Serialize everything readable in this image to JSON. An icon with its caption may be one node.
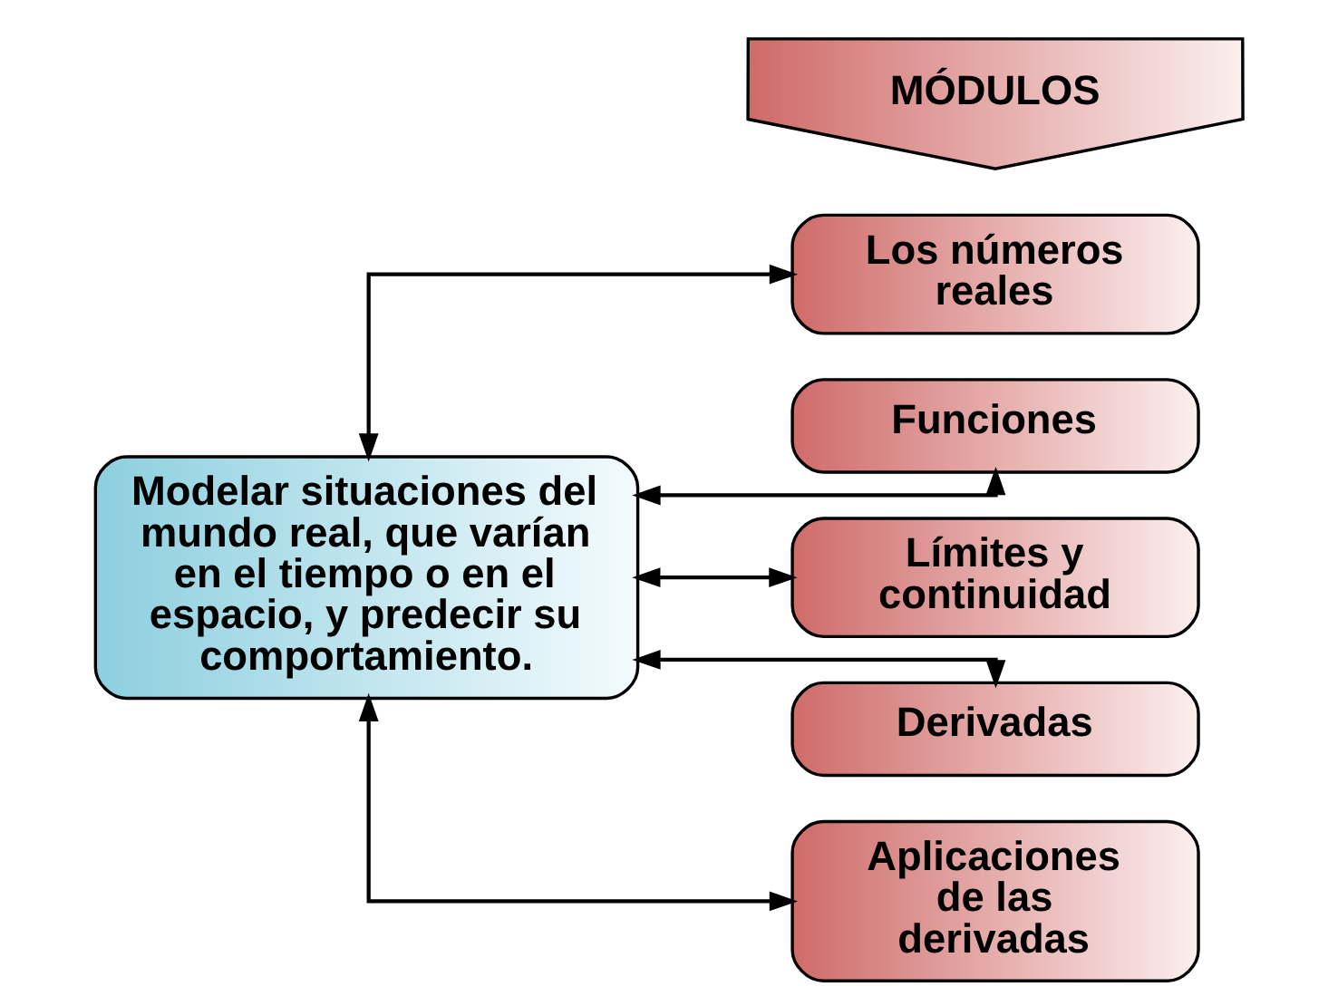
{
  "diagram": {
    "nodes": [
      {
        "text": [
          "MÓDULOS"
        ]
      },
      {
        "text": [
          "Modelar situaciones del mundo real, que varían en el tiempo o en el espacio, y predecir su comportamiento."
        ]
      },
      {
        "text": [
          "Los números reales"
        ]
      },
      {
        "text": [
          "Funciones"
        ]
      },
      {
        "text": [
          "Límites y continuidad"
        ]
      },
      {
        "text": [
          "Derivadas"
        ]
      },
      {
        "text": [
          "Aplicaciones de las derivadas"
        ]
      }
    ],
    "edges": [
      {
        "from": 1,
        "to": 2,
        "arrow": "both"
      },
      {
        "from": 1,
        "to": 3,
        "arrow": "both"
      },
      {
        "from": 1,
        "to": 4,
        "arrow": "both"
      },
      {
        "from": 1,
        "to": 5,
        "arrow": "both"
      },
      {
        "from": 1,
        "to": 6,
        "arrow": "both"
      }
    ]
  }
}
